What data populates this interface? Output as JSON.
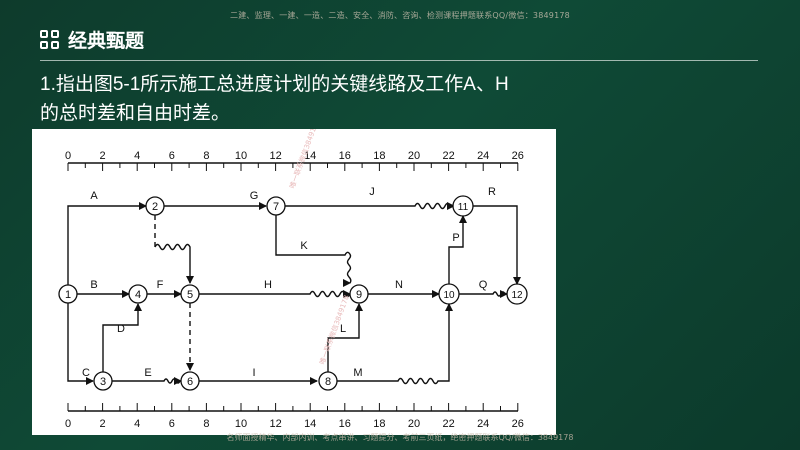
{
  "watermarks": {
    "top": "二建、监理、一建、一造、二造、安全、消防、咨询、检测课程押题联系QQ/微信：3849178",
    "bottom": "名师面授精华、内部内训、考点串讲、习题提分、考前三页纸，绝密押题联系QQ/微信：3849178",
    "diagonal_1": "唯一联系微信3849178",
    "diagonal_2": "唯一联系微信3849178"
  },
  "header": {
    "icon": "grid-icon",
    "title": "经典甄题"
  },
  "question": {
    "line1": "1.指出图5-1所示施工总进度计划的关键线路及工作A、H",
    "line2": "的总时差和自由时差。"
  },
  "scale": {
    "ticks": [
      "0",
      "2",
      "4",
      "6",
      "8",
      "10",
      "12",
      "14",
      "16",
      "18",
      "20",
      "22",
      "24",
      "26"
    ]
  },
  "nodes": {
    "n1": "1",
    "n2": "2",
    "n3": "3",
    "n4": "4",
    "n5": "5",
    "n6": "6",
    "n7": "7",
    "n8": "8",
    "n9": "9",
    "n10": "10",
    "n11": "11",
    "n12": "12"
  },
  "activities": {
    "A": "A",
    "B": "B",
    "C": "C",
    "D": "D",
    "E": "E",
    "F": "F",
    "G": "G",
    "H": "H",
    "I": "I",
    "J": "J",
    "K": "K",
    "L": "L",
    "M": "M",
    "N": "N",
    "P": "P",
    "Q": "Q",
    "R": "R"
  }
}
